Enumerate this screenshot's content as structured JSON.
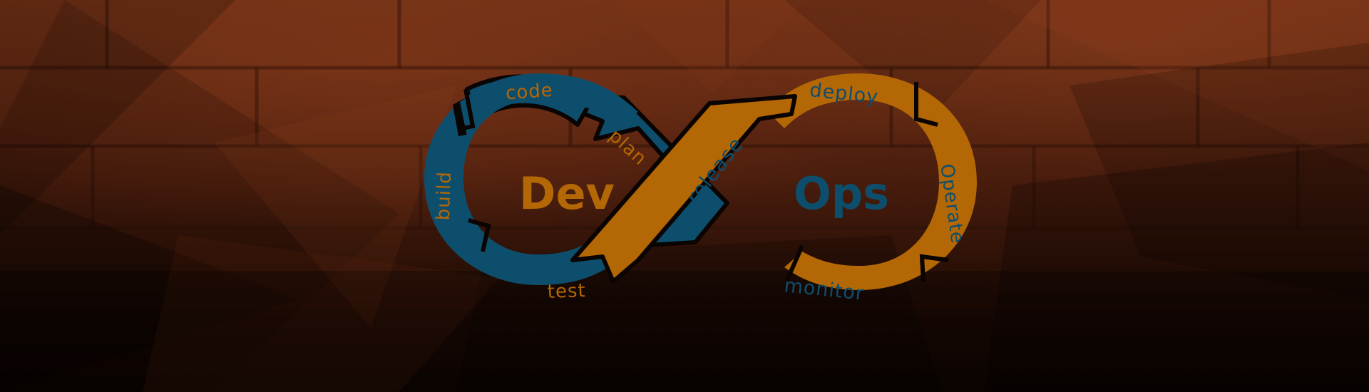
{
  "logo": {
    "dev": "Dev",
    "ops": "Ops",
    "stages": {
      "code": "code",
      "plan": "plan",
      "build": "build",
      "test": "test",
      "release": "release",
      "deploy": "deploy",
      "operate": "Operate",
      "monitor": "monitor"
    }
  },
  "colors": {
    "blue": "#0e4e6d",
    "orange": "#b36705",
    "background_dark": "#120703",
    "background_warm": "#6b2d14"
  }
}
